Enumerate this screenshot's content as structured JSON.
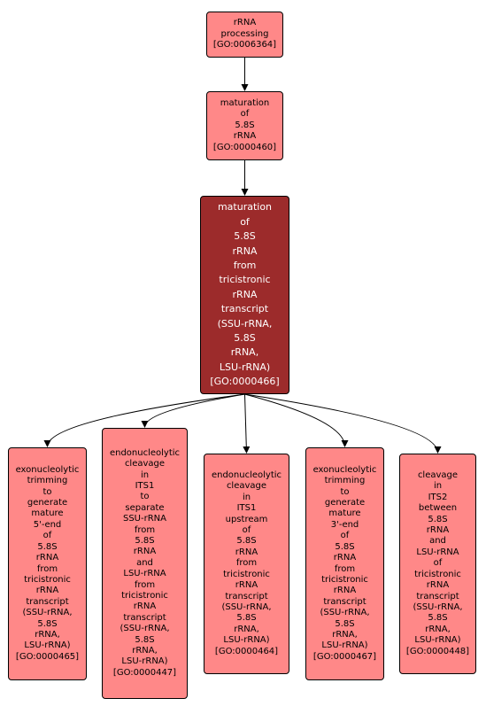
{
  "diagram": {
    "colors": {
      "node_fill": "#ff8888",
      "focus_fill": "#9c2b2b",
      "focus_text": "#ffffff",
      "border": "#000000",
      "edge": "#000000"
    },
    "nodes": {
      "rrna_processing": {
        "lines": [
          "rRNA",
          "processing",
          "[GO:0006364]"
        ]
      },
      "maturation_58s": {
        "lines": [
          "maturation",
          "of",
          "5.8S",
          "rRNA",
          "[GO:0000460]"
        ]
      },
      "maturation_58s_tricistronic": {
        "lines": [
          "maturation",
          "of",
          "5.8S",
          "rRNA",
          "from",
          "tricistronic",
          "rRNA",
          "transcript",
          "(SSU-rRNA,",
          "5.8S",
          "rRNA,",
          "LSU-rRNA)",
          "[GO:0000466]"
        ]
      },
      "exo_5prime": {
        "lines": [
          "exonucleolytic",
          "trimming",
          "to",
          "generate",
          "mature",
          "5'-end",
          "of",
          "5.8S",
          "rRNA",
          "from",
          "tricistronic",
          "rRNA",
          "transcript",
          "(SSU-rRNA,",
          "5.8S",
          "rRNA,",
          "LSU-rRNA)",
          "[GO:0000465]"
        ]
      },
      "endo_its1_separate": {
        "lines": [
          "endonucleolytic",
          "cleavage",
          "in",
          "ITS1",
          "to",
          "separate",
          "SSU-rRNA",
          "from",
          "5.8S",
          "rRNA",
          "and",
          "LSU-rRNA",
          "from",
          "tricistronic",
          "rRNA",
          "transcript",
          "(SSU-rRNA,",
          "5.8S",
          "rRNA,",
          "LSU-rRNA)",
          "[GO:0000447]"
        ]
      },
      "endo_its1_upstream": {
        "lines": [
          "endonucleolytic",
          "cleavage",
          "in",
          "ITS1",
          "upstream",
          "of",
          "5.8S",
          "rRNA",
          "from",
          "tricistronic",
          "rRNA",
          "transcript",
          "(SSU-rRNA,",
          "5.8S",
          "rRNA,",
          "LSU-rRNA)",
          "[GO:0000464]"
        ]
      },
      "exo_3prime": {
        "lines": [
          "exonucleolytic",
          "trimming",
          "to",
          "generate",
          "mature",
          "3'-end",
          "of",
          "5.8S",
          "rRNA",
          "from",
          "tricistronic",
          "rRNA",
          "transcript",
          "(SSU-rRNA,",
          "5.8S",
          "rRNA,",
          "LSU-rRNA)",
          "[GO:0000467]"
        ]
      },
      "cleavage_its2": {
        "lines": [
          "cleavage",
          "in",
          "ITS2",
          "between",
          "5.8S",
          "rRNA",
          "and",
          "LSU-rRNA",
          "of",
          "tricistronic",
          "rRNA",
          "transcript",
          "(SSU-rRNA,",
          "5.8S",
          "rRNA,",
          "LSU-rRNA)",
          "[GO:0000448]"
        ]
      }
    },
    "edges": [
      {
        "from": "rrna_processing",
        "to": "maturation_58s"
      },
      {
        "from": "maturation_58s",
        "to": "maturation_58s_tricistronic"
      },
      {
        "from": "maturation_58s_tricistronic",
        "to": "exo_5prime"
      },
      {
        "from": "maturation_58s_tricistronic",
        "to": "endo_its1_separate"
      },
      {
        "from": "maturation_58s_tricistronic",
        "to": "endo_its1_upstream"
      },
      {
        "from": "maturation_58s_tricistronic",
        "to": "exo_3prime"
      },
      {
        "from": "maturation_58s_tricistronic",
        "to": "cleavage_its2"
      }
    ]
  }
}
